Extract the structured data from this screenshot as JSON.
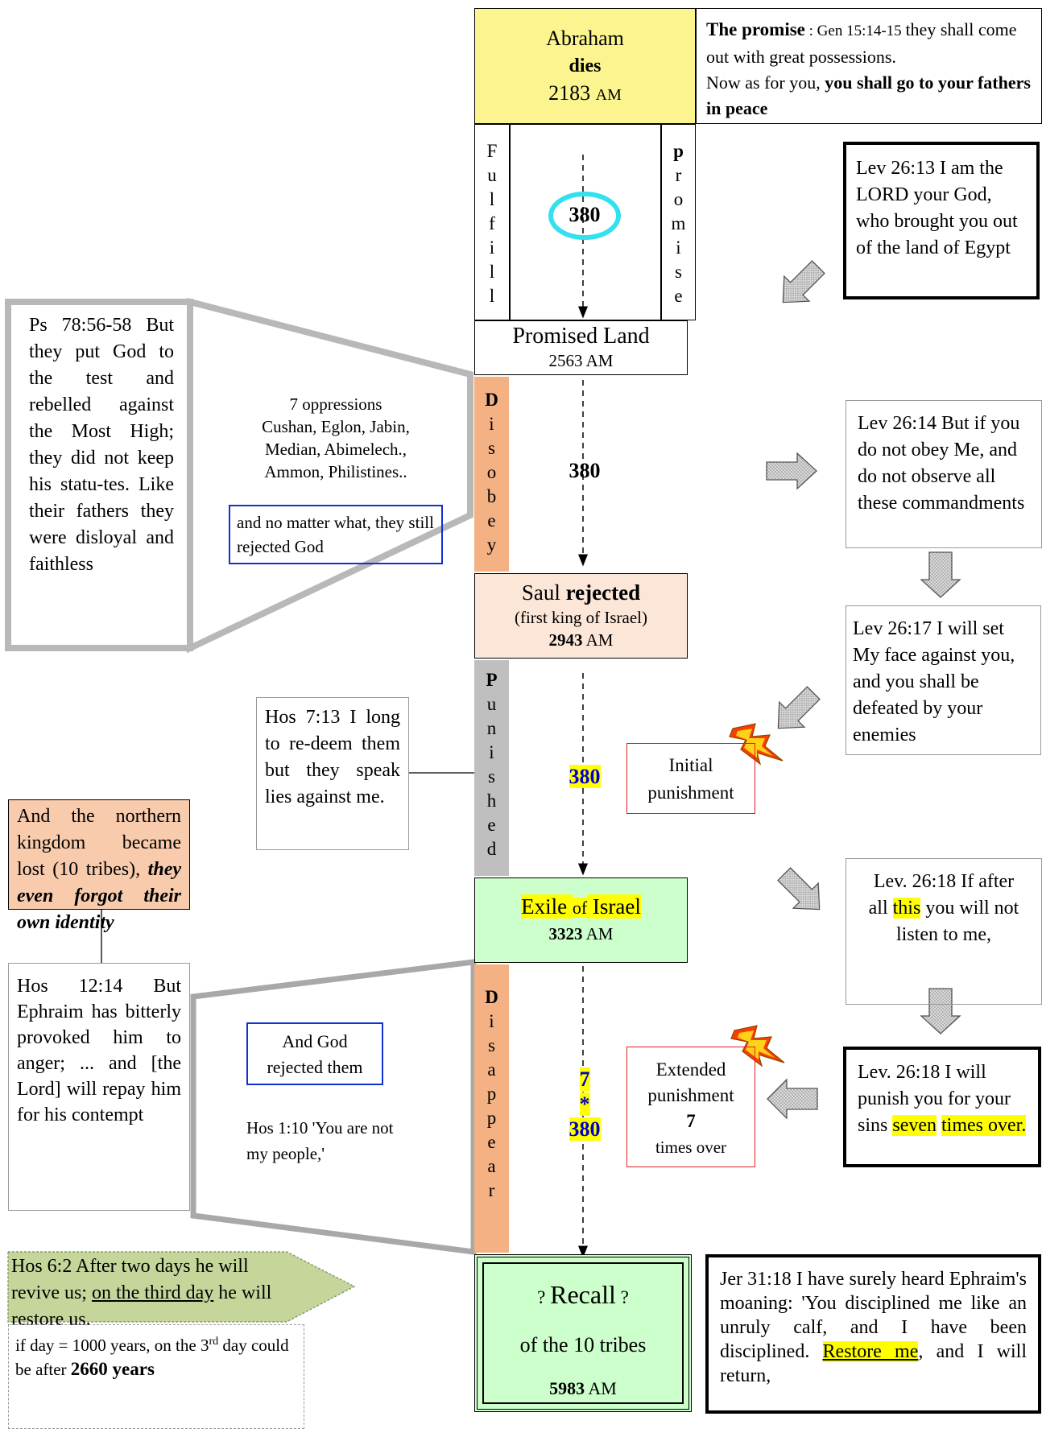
{
  "colors": {
    "yellow_box": "#fbf48f",
    "peach": "#fbe6d8",
    "orange": "#f4b183",
    "green": "#ccffcc",
    "olive": "#c6d69a",
    "gray_band": "#bfbfbf",
    "cyan_circle": "#33e0f0",
    "red_border": "#e02020",
    "blue_border": "#1030d0"
  },
  "abraham": {
    "name": "Abraham",
    "event": "dies",
    "year": "2183",
    "unit": "AM"
  },
  "promise_note": {
    "label": "The promise",
    "ref": " : Gen 15:14-15 ",
    "line1": " they shall come out with great possessions.",
    "line2": "Now as for you, ",
    "bold": "you shall go to your fathers in peace"
  },
  "fulfill_letters": [
    "F",
    "u",
    "l",
    "f",
    "i",
    "l",
    "l"
  ],
  "promise_letters": [
    "p",
    "r",
    "o",
    "m",
    "i",
    "s",
    "e"
  ],
  "period1": "380",
  "lev2613": "Lev 26:13 I am the LORD your God, who brought you out of the land of Egypt",
  "promised_land": {
    "name": "Promised Land",
    "year": "2563",
    "unit": "AM"
  },
  "ps78": "Ps 78:56-58 But they put God to the test and rebelled against the Most High; they did not keep his statu-tes. Like their fathers they were disloyal and faithless",
  "oppressions": {
    "title": "7 oppressions",
    "names": "Cushan, Eglon, Jabin, Median, Abimelech., Ammon, Philistines.."
  },
  "rejected_note": "and no matter what, they still rejected God",
  "disobey_letters": [
    "D",
    "i",
    "s",
    "o",
    "b",
    "e",
    "y"
  ],
  "period2": "380",
  "lev2614": "Lev 26:14 But if you do not obey Me, and do not observe all these commandments",
  "saul": {
    "name": "Saul ",
    "event": "rejected",
    "sub": "(first king of Israel)",
    "year": "2943",
    "unit": "AM"
  },
  "lev2617": "Lev 26:17 I will set My face against you, and you shall be defeated by your enemies",
  "hos713": "Hos 7:13 I long to re-deem them but they speak lies against me.",
  "punished_letters": [
    "P",
    "u",
    "n",
    "i",
    "s",
    "h",
    "e",
    "d"
  ],
  "period3": "380",
  "initial_punishment": "Initial punishment",
  "northern": {
    "text": "And the northern kingdom became lost (10 tribes), ",
    "italic": "they even forgot their own identity"
  },
  "exile": {
    "a": "Exile ",
    "of": "of",
    "b": " Israel",
    "year": "3323",
    "unit": "AM"
  },
  "lev2618a": {
    "pre": "Lev. 26:18 If after all ",
    "hl": "this",
    "post": " you will not listen to me,"
  },
  "hos1214": "Hos 12:14 But Ephraim has bitterly provoked him to anger; ... and [the Lord] will repay him for his contempt",
  "god_rejected": "And God rejected them",
  "hos110": "Hos 1:10 'You are not my people,'",
  "disappear_letters": [
    "D",
    "i",
    "s",
    "a",
    "p",
    "p",
    "e",
    "a",
    "r"
  ],
  "period4": {
    "mult": "7",
    "star": "*",
    "base": "380"
  },
  "extended": {
    "a": "Extended punishment",
    "n": "7",
    "b": "times over"
  },
  "lev2618b": {
    "pre": "Lev. 26:18 I will punish you for your sins ",
    "hl1": "seven",
    "hl2": "times over."
  },
  "recall": {
    "q1": "? ",
    "title": "Recall",
    "q2": " ?",
    "sub": "of the 10 tribes",
    "year": "5983",
    "unit": "AM"
  },
  "jer3118": {
    "pre": "Jer 31:18 I have surely heard Ephraim's moaning: 'You disciplined me like an unruly calf, and I have been disciplined. ",
    "hl": "Restore me",
    "post": ", and I will return,"
  },
  "hos62": {
    "a": "Hos 6:2 After two days he will revive us; ",
    "u": "on the third day",
    "b": " he will restore us."
  },
  "day_note": {
    "a": "if day = 1000 years, on the  3",
    "sup": "rd",
    "b": " day could be after ",
    "bold": "2660 years"
  }
}
